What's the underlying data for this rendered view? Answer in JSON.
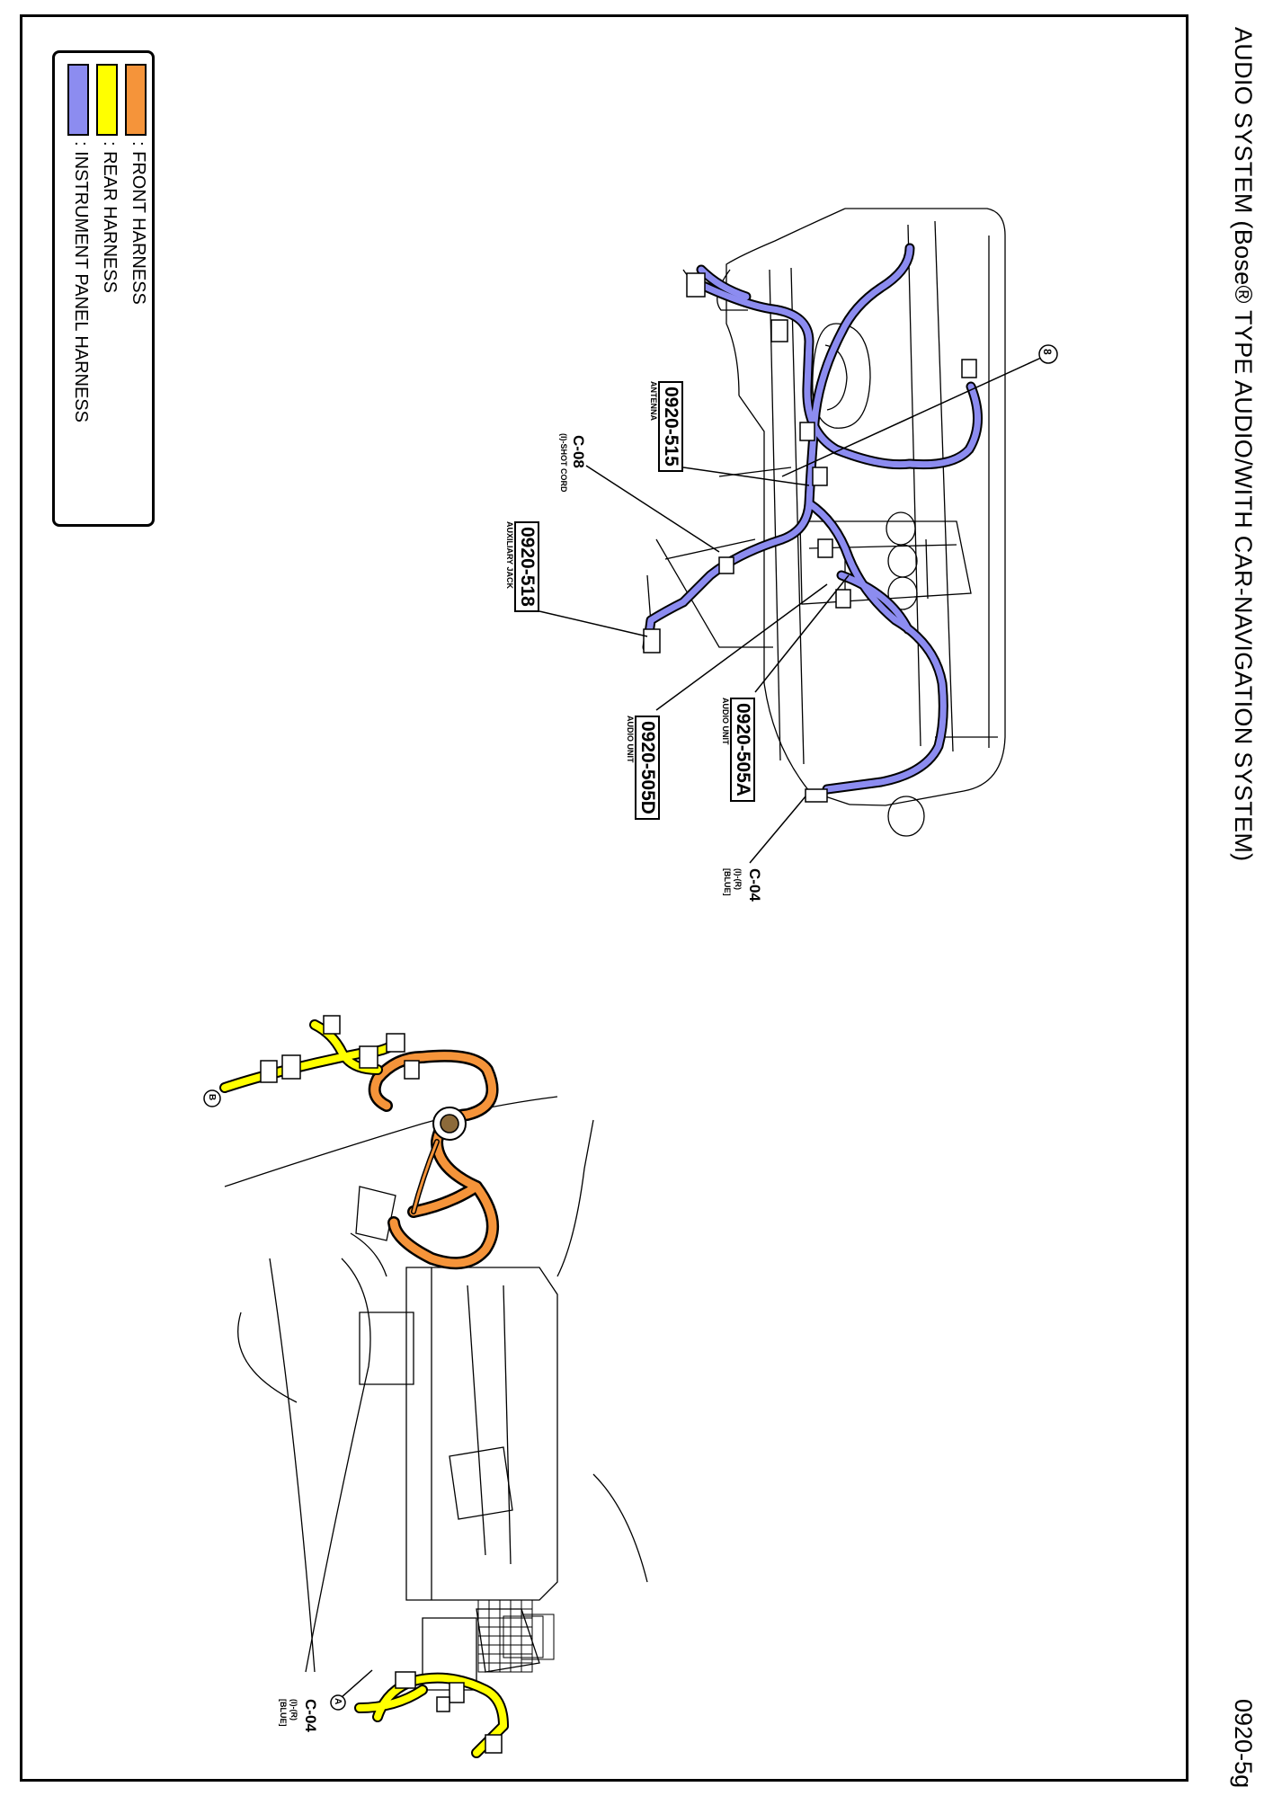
{
  "title": "AUDIO SYSTEM (Bose® TYPE AUDIO/WITH CAR-NAVIGATION SYSTEM)",
  "page_number": "0920-5g",
  "legend": {
    "items": [
      {
        "label": ": FRONT HARNESS",
        "color": "#f5943a"
      },
      {
        "label": ": REAR HARNESS",
        "color": "#ffff00"
      },
      {
        "label": ": INSTRUMENT PANEL HARNESS",
        "color": "#8c8cf0"
      }
    ]
  },
  "labels": {
    "antenna": {
      "code": "0920-515",
      "desc": "ANTENNA"
    },
    "aux_jack": {
      "code": "0920-518",
      "desc": "AUXILIARY JACK"
    },
    "audio_unit_a": {
      "code": "0920-505A",
      "desc": "AUDIO UNIT"
    },
    "audio_unit_d": {
      "code": "0920-505D",
      "desc": "AUDIO UNIT"
    },
    "c08": {
      "code": "C-08",
      "desc": "(I)-SHOT CORD"
    },
    "c04_top": {
      "code": "C-04",
      "line2": "(I)-(R)",
      "line3": "[BLUE]"
    },
    "c04_bottom": {
      "code": "C-04",
      "line2": "(I)-(R)",
      "line3": "[BLUE]"
    },
    "marker_8": "8",
    "marker_a": "A",
    "marker_b": "B"
  }
}
